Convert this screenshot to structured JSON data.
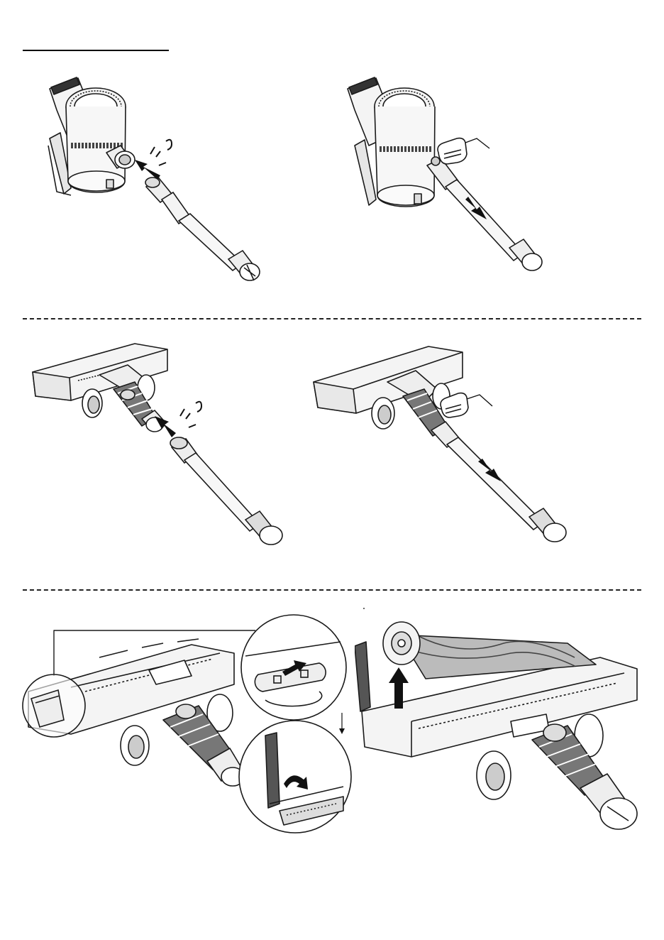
{
  "figures": [
    {
      "id": "handheld-attach-tube",
      "action": "insert",
      "sound": "click"
    },
    {
      "id": "handheld-release-tube",
      "action": "press-release"
    },
    {
      "id": "floorhead-attach-tube",
      "action": "insert",
      "sound": "click"
    },
    {
      "id": "floorhead-release-tube",
      "action": "press-release"
    },
    {
      "id": "floorhead-open-latch",
      "action": "unlock"
    },
    {
      "id": "floorhead-remove-brushroll",
      "action": "lift-out"
    }
  ],
  "colors": {
    "line": "#1a1a1a",
    "fill_light": "#f2f2f2",
    "fill_mid": "#c9c9c9",
    "fill_dark": "#555555"
  }
}
